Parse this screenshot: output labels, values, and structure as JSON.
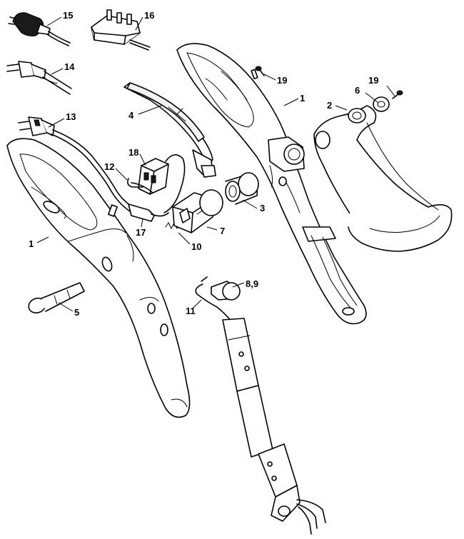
{
  "callouts": [
    {
      "id": "c15",
      "label": "15"
    },
    {
      "id": "c16",
      "label": "16"
    },
    {
      "id": "c14",
      "label": "14"
    },
    {
      "id": "c19a",
      "label": "19"
    },
    {
      "id": "c19b",
      "label": "19"
    },
    {
      "id": "c1a",
      "label": "1"
    },
    {
      "id": "c6",
      "label": "6"
    },
    {
      "id": "c2",
      "label": "2"
    },
    {
      "id": "c4",
      "label": "4"
    },
    {
      "id": "c13",
      "label": "13"
    },
    {
      "id": "c18",
      "label": "18"
    },
    {
      "id": "c12",
      "label": "12"
    },
    {
      "id": "c3",
      "label": "3"
    },
    {
      "id": "c7",
      "label": "7"
    },
    {
      "id": "c17",
      "label": "17"
    },
    {
      "id": "c1b",
      "label": "1"
    },
    {
      "id": "c10",
      "label": "10"
    },
    {
      "id": "c89",
      "label": "8,9"
    },
    {
      "id": "c11",
      "label": "11"
    },
    {
      "id": "c5",
      "label": "5"
    }
  ]
}
